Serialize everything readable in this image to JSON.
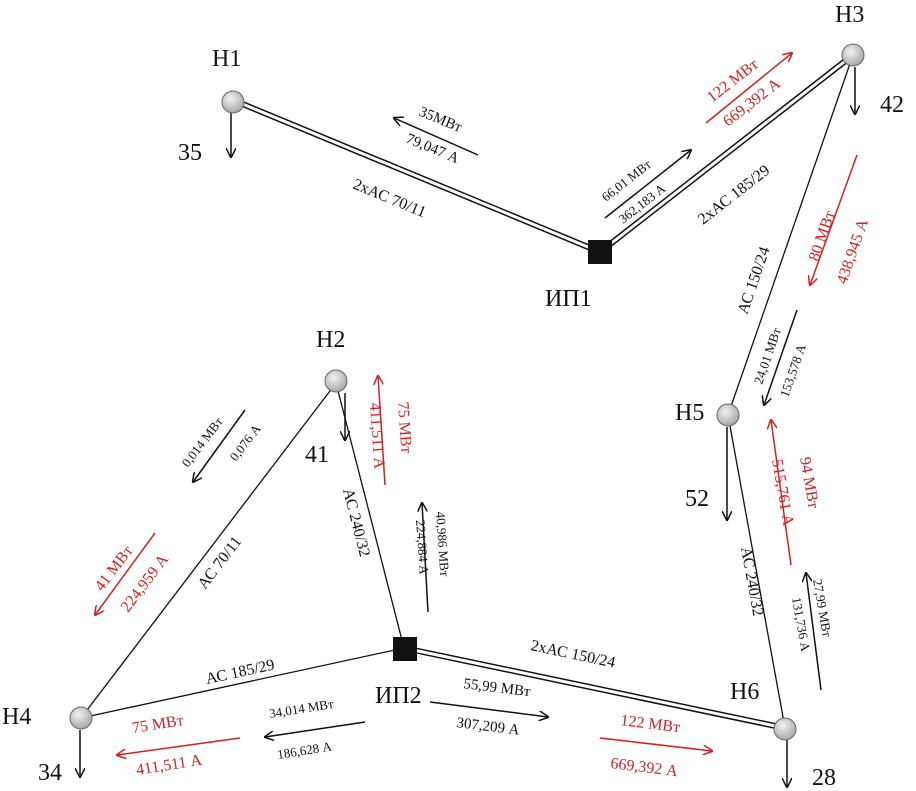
{
  "nodes": {
    "h1": {
      "name": "Н1",
      "load": "35"
    },
    "h2": {
      "name": "Н2",
      "load": "41"
    },
    "h3": {
      "name": "Н3",
      "load": "42"
    },
    "h4": {
      "name": "Н4",
      "load": "34"
    },
    "h5": {
      "name": "Н5",
      "load": "52"
    },
    "h6": {
      "name": "Н6",
      "load": "28"
    },
    "ip1": {
      "name": "ИП1"
    },
    "ip2": {
      "name": "ИП2"
    }
  },
  "lines": {
    "ip1_h1": {
      "wire": "2хАС 70/11",
      "p": "35МВт",
      "i": "79,047 А"
    },
    "ip1_h3": {
      "wire": "2хАС 185/29",
      "p": "66,01 МВт",
      "i": "362,183 А",
      "p_em": "122 МВт",
      "i_em": "669,392 А"
    },
    "h3_h5": {
      "wire": "АС 150/24",
      "p": "24,01 МВт",
      "i": "153,578 А",
      "p_em": "80 МВт",
      "i_em": "438,945 А"
    },
    "h5_h6": {
      "wire": "АС 240/32",
      "p": "27,99 МВт",
      "i": "131,736 А",
      "p_em": "94 МВт",
      "i_em": "515,761 А"
    },
    "ip2_h6": {
      "wire": "2хАС 150/24",
      "p": "55,99 МВт",
      "i": "307,209 А",
      "p_em": "122 МВт",
      "i_em": "669,392 А"
    },
    "ip2_h2": {
      "wire": "АС 240/32",
      "p": "40,986 МВт",
      "i": "224,884 А",
      "p_em": "75 МВт",
      "i_em": "411,511 А"
    },
    "h2_h4": {
      "wire": "АС 70/11",
      "p": "0,014 МВт",
      "i": "0,076 А",
      "p_em": "41 МВт",
      "i_em": "224,959 А"
    },
    "ip2_h4": {
      "wire": "АС 185/29",
      "p": "34,014 МВт",
      "i": "186,628 А",
      "p_em": "75 МВт",
      "i_em": "411,511 А"
    }
  },
  "colors": {
    "normal": "#111111",
    "emergency": "#d42020",
    "node_fill": "#c8c8c8"
  }
}
